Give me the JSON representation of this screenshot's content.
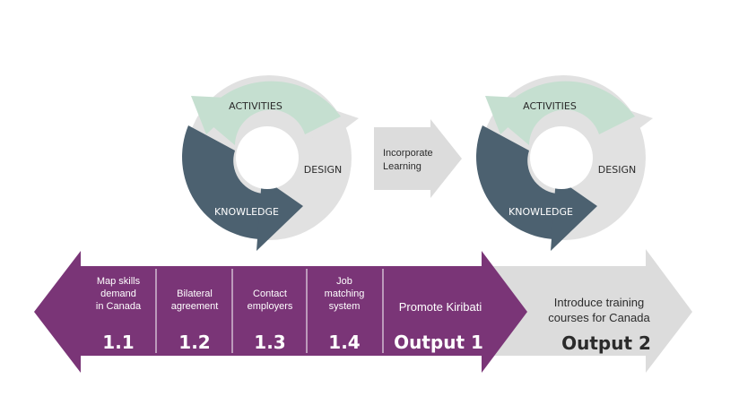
{
  "colors": {
    "purple": "#7a3577",
    "dark_slate": "#4c6170",
    "mint": "#c5dfd0",
    "light_grey": "#e1e1e1",
    "arrow_grey": "#dcdcdc",
    "white": "#ffffff",
    "text_dark": "#2b2b2b"
  },
  "cycle_left": {
    "activities": "ACTIVITIES",
    "design": "DESIGN",
    "knowledge": "KNOWLEDGE"
  },
  "middle_arrow": {
    "line1": "Incorporate",
    "line2": "Learning"
  },
  "cycle_right": {
    "activities": "ACTIVITIES",
    "design": "DESIGN",
    "knowledge": "KNOWLEDGE"
  },
  "purple_arrow": {
    "steps": [
      {
        "lines": [
          "Map skills",
          "demand",
          "in Canada"
        ],
        "number": "1.1"
      },
      {
        "lines": [
          "Bilateral",
          "agreement"
        ],
        "number": "1.2"
      },
      {
        "lines": [
          "Contact",
          "employers"
        ],
        "number": "1.3"
      },
      {
        "lines": [
          "Job",
          "matching",
          "system"
        ],
        "number": "1.4"
      }
    ],
    "output_label": "Promote Kiribati",
    "output_title": "Output 1"
  },
  "grey_arrow": {
    "lines": [
      "Introduce training",
      "courses for Canada"
    ],
    "output_title": "Output 2"
  }
}
